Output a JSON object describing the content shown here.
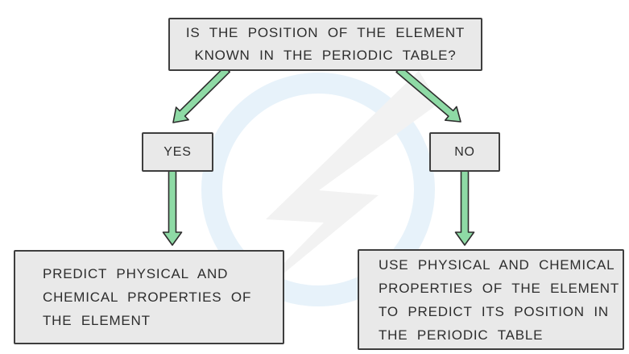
{
  "flowchart": {
    "question": {
      "lines": [
        "IS THE POSITION OF THE ELEMENT",
        "KNOWN IN THE PERIODIC TABLE?"
      ]
    },
    "branch_yes": {
      "label": "YES",
      "outcome_lines": [
        "PREDICT PHYSICAL AND",
        "CHEMICAL PROPERTIES OF",
        "THE ELEMENT"
      ]
    },
    "branch_no": {
      "label": "NO",
      "outcome_lines": [
        "USE PHYSICAL AND CHEMICAL",
        "PROPERTIES OF THE ELEMENT",
        "TO PREDICT ITS POSITION IN",
        "THE PERIODIC TABLE"
      ]
    },
    "icons": {
      "arrow_down_left": "arrow-down-left-icon",
      "arrow_down_right": "arrow-down-right-icon",
      "arrow_down": "arrow-down-icon",
      "watermark": "lightning-bolt-logo-watermark"
    }
  },
  "colors": {
    "arrow_fill": "#8edaa5",
    "arrow_stroke": "#2d2d2d",
    "box_fill": "#e9e9e9",
    "box_border": "#3e3e3e",
    "text": "#2d2d2d",
    "watermark_ring": "#e7f2fa",
    "watermark_bolt": "#f2f2f2"
  }
}
